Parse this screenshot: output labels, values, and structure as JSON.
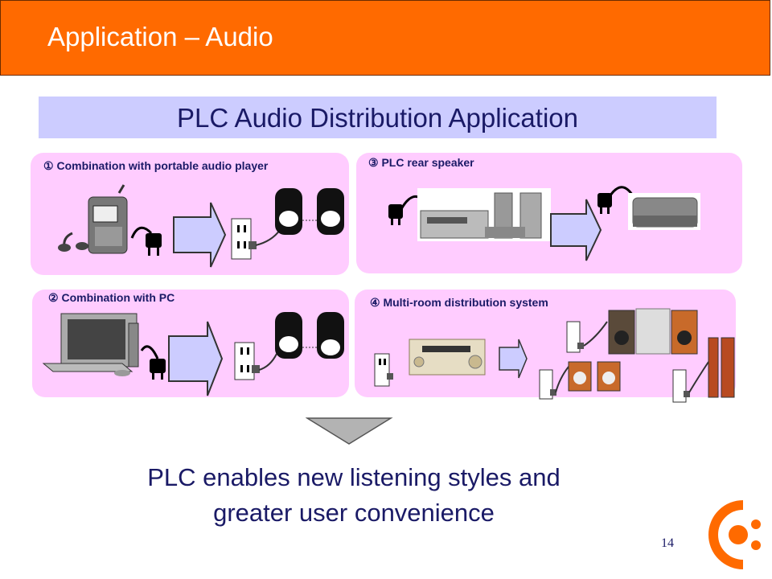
{
  "header": {
    "title": "Application – Audio"
  },
  "banner": {
    "title": "PLC Audio Distribution Application"
  },
  "panels": [
    {
      "number": "①",
      "label": "Combination with portable audio player"
    },
    {
      "number": "③",
      "label": "PLC rear speaker"
    },
    {
      "number": "②",
      "label": "Combination with PC"
    },
    {
      "number": "④",
      "label": "Multi-room distribution system"
    }
  ],
  "conclusion": {
    "line1": "PLC enables new listening styles and",
    "line2": "greater user convenience"
  },
  "page_number": "14",
  "colors": {
    "header": "#ff6a00",
    "banner": "#ccccff",
    "panel": "#ffccff",
    "text": "#1a1a66"
  }
}
